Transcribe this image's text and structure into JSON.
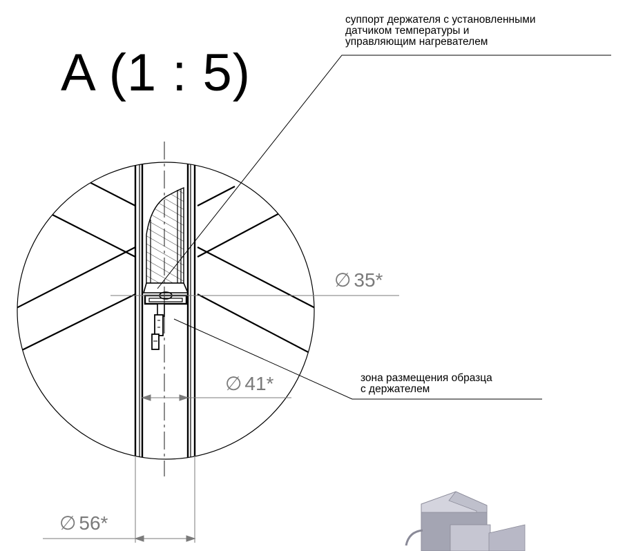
{
  "view": {
    "title": "A (1 : 5)"
  },
  "callouts": {
    "holder_support": {
      "line1": "суппорт держателя с установленными",
      "line2": "датчиком температуры и",
      "line3": "управляющим нагревателем"
    },
    "sample_zone": {
      "line1": "зона размещения образца",
      "line2": "с держателем"
    }
  },
  "dimensions": {
    "d35": "35*",
    "d41": "41*",
    "d56": "56*",
    "diameter_symbol": "∅"
  },
  "colors": {
    "line": "#000000",
    "dimension": "#7a7a7a",
    "iso_body_light": "#d4d4de",
    "iso_body_dark": "#9c9cab"
  }
}
